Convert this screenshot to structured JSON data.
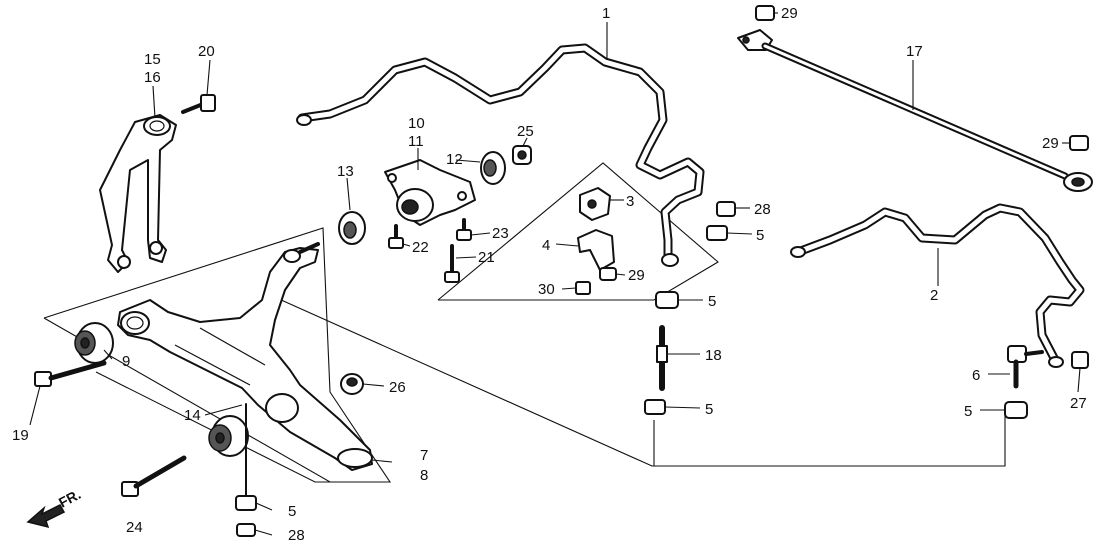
{
  "callouts": {
    "c1": "1",
    "c2": "2",
    "c3": "3",
    "c4": "4",
    "c5a": "5",
    "c5b": "5",
    "c5c": "5",
    "c5d": "5",
    "c5e": "5",
    "c6": "6",
    "c7": "7",
    "c8": "8",
    "c9": "9",
    "c10": "10",
    "c11": "11",
    "c12": "12",
    "c13": "13",
    "c14": "14",
    "c15": "15",
    "c16": "16",
    "c17": "17",
    "c18": "18",
    "c19": "19",
    "c20": "20",
    "c21": "21",
    "c22": "22",
    "c23": "23",
    "c24": "24",
    "c25": "25",
    "c26": "26",
    "c27": "27",
    "c28a": "28",
    "c28b": "28",
    "c29a": "29",
    "c29b": "29",
    "c29c": "29",
    "c30": "30"
  },
  "direction_label": "FR."
}
